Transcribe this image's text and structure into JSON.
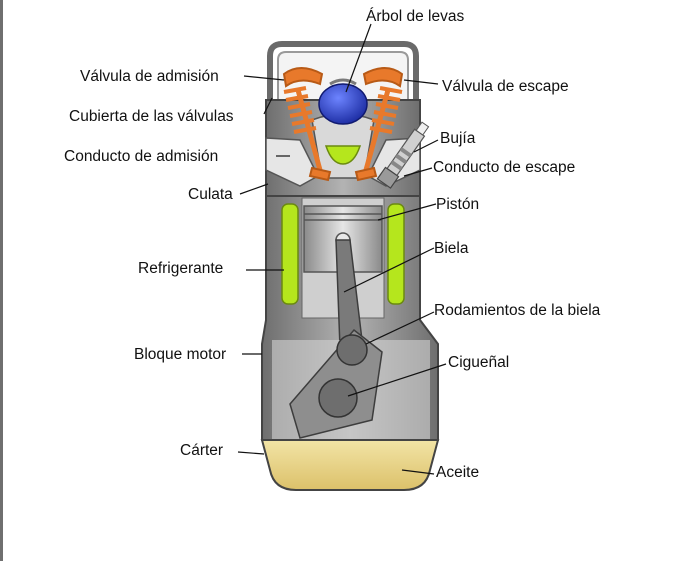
{
  "labels": {
    "camshaft": "Árbol de levas",
    "intake_valve": "Válvula de admisión",
    "exhaust_valve": "Válvula de escape",
    "valve_cover": "Cubierta de las válvulas",
    "spark_plug": "Bujía",
    "intake_port": "Conducto de admisión",
    "exhaust_port": "Conducto de escape",
    "cylinder_head": "Culata",
    "piston": "Pistón",
    "connecting_rod": "Biela",
    "coolant": "Refrigerante",
    "rod_bearings": "Rodamientos de la biela",
    "engine_block": "Bloque motor",
    "crankshaft": "Cigueñal",
    "oil_pan": "Cárter",
    "oil": "Aceite"
  },
  "colors": {
    "engine_body": "#8c8c8c",
    "engine_outline": "#444444",
    "valve_parts": "#e8792b",
    "camshaft_lobe": "#2a3fc9",
    "coolant": "#b5e61d",
    "oil": "#e8d48a",
    "background": "#ffffff"
  }
}
